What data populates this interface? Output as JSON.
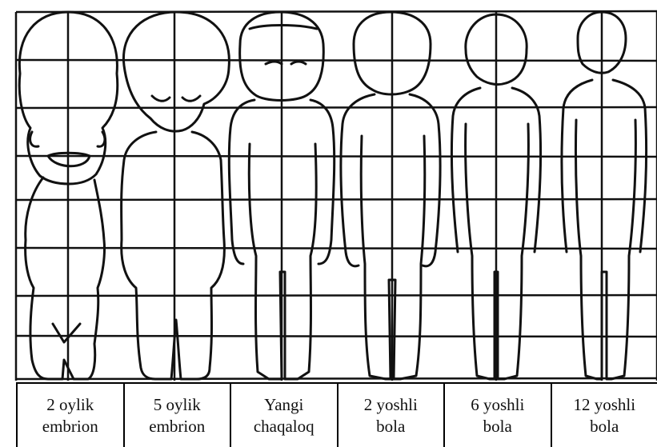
{
  "figures": [
    {
      "line1": "2 oylik",
      "line2": "embrion"
    },
    {
      "line1": "5 oylik",
      "line2": "embrion"
    },
    {
      "line1": "Yangi",
      "line2": "chaqaloq"
    },
    {
      "line1": "2 yoshli",
      "line2": "bola"
    },
    {
      "line1": "6 yoshli",
      "line2": "bola"
    },
    {
      "line1": "12 yoshli",
      "line2": "bola"
    }
  ],
  "grid_rows": 8,
  "colors": {
    "ink": "#111111",
    "paper": "#ffffff"
  }
}
